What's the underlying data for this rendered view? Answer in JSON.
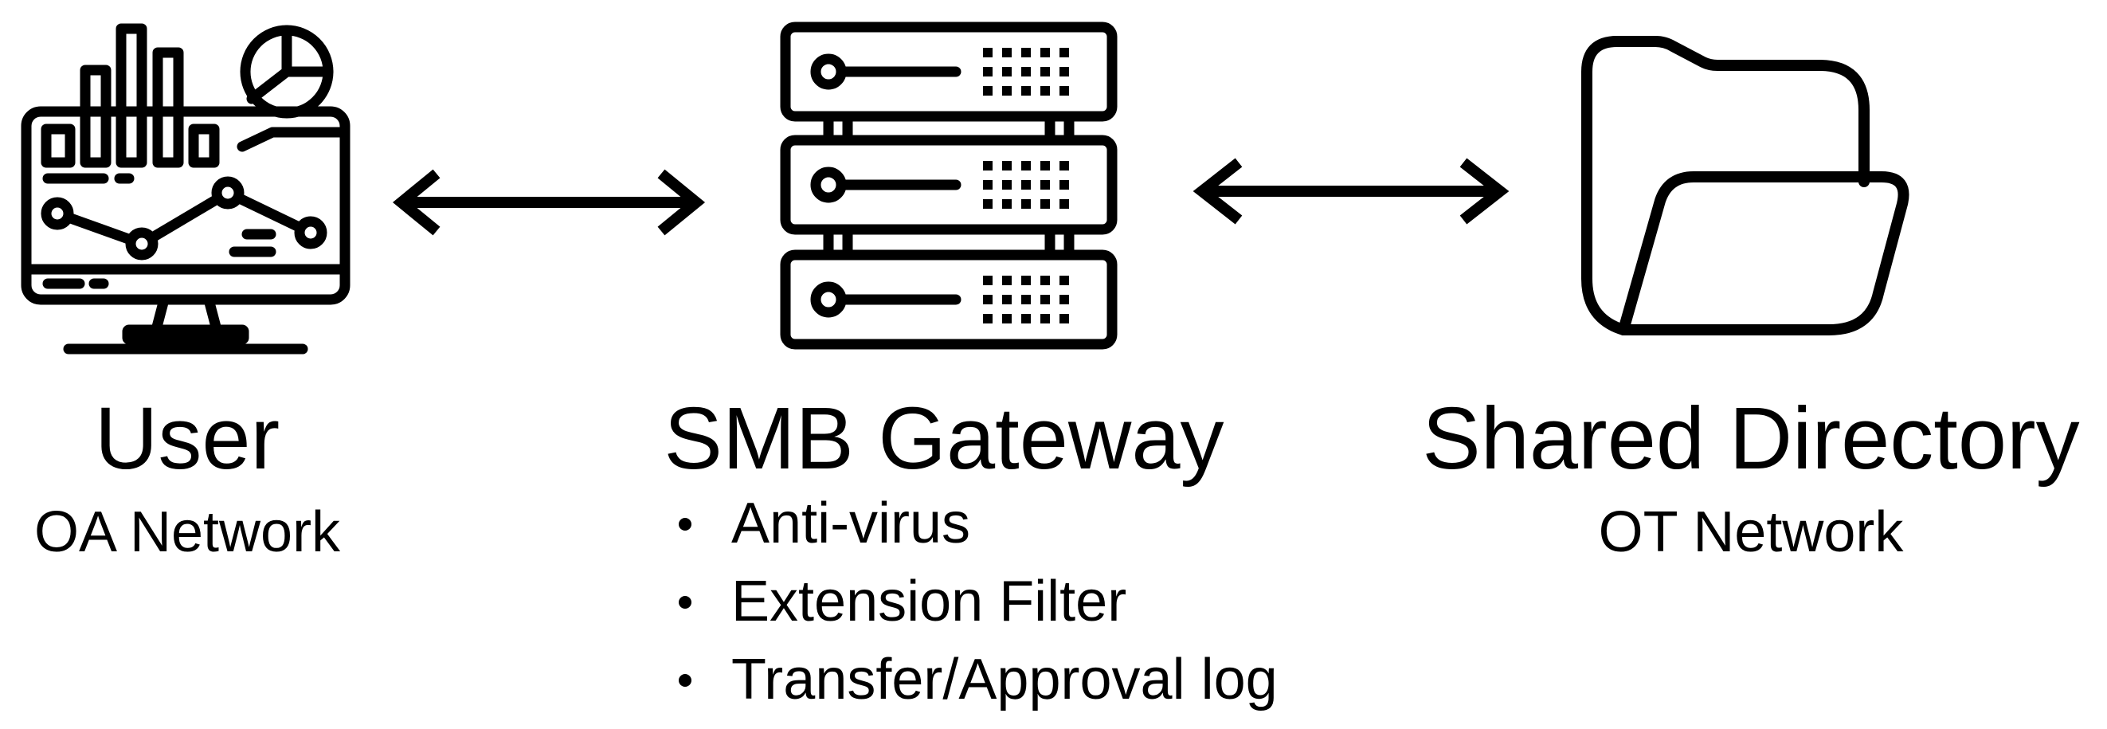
{
  "nodes": {
    "user": {
      "title": "User",
      "subtitle": "OA Network",
      "icon": "monitor-dashboard-icon"
    },
    "gateway": {
      "title": "SMB Gateway",
      "icon": "server-rack-icon",
      "features": [
        "Anti-virus",
        "Extension Filter",
        "Transfer/Approval log"
      ]
    },
    "shared": {
      "title": "Shared Directory",
      "subtitle": "OT Network",
      "icon": "open-folder-icon"
    }
  },
  "connections": [
    {
      "from": "User",
      "to": "SMB Gateway",
      "type": "bidirectional"
    },
    {
      "from": "SMB Gateway",
      "to": "Shared Directory",
      "type": "bidirectional"
    }
  ],
  "colors": {
    "stroke": "#000000",
    "background": "#ffffff"
  }
}
